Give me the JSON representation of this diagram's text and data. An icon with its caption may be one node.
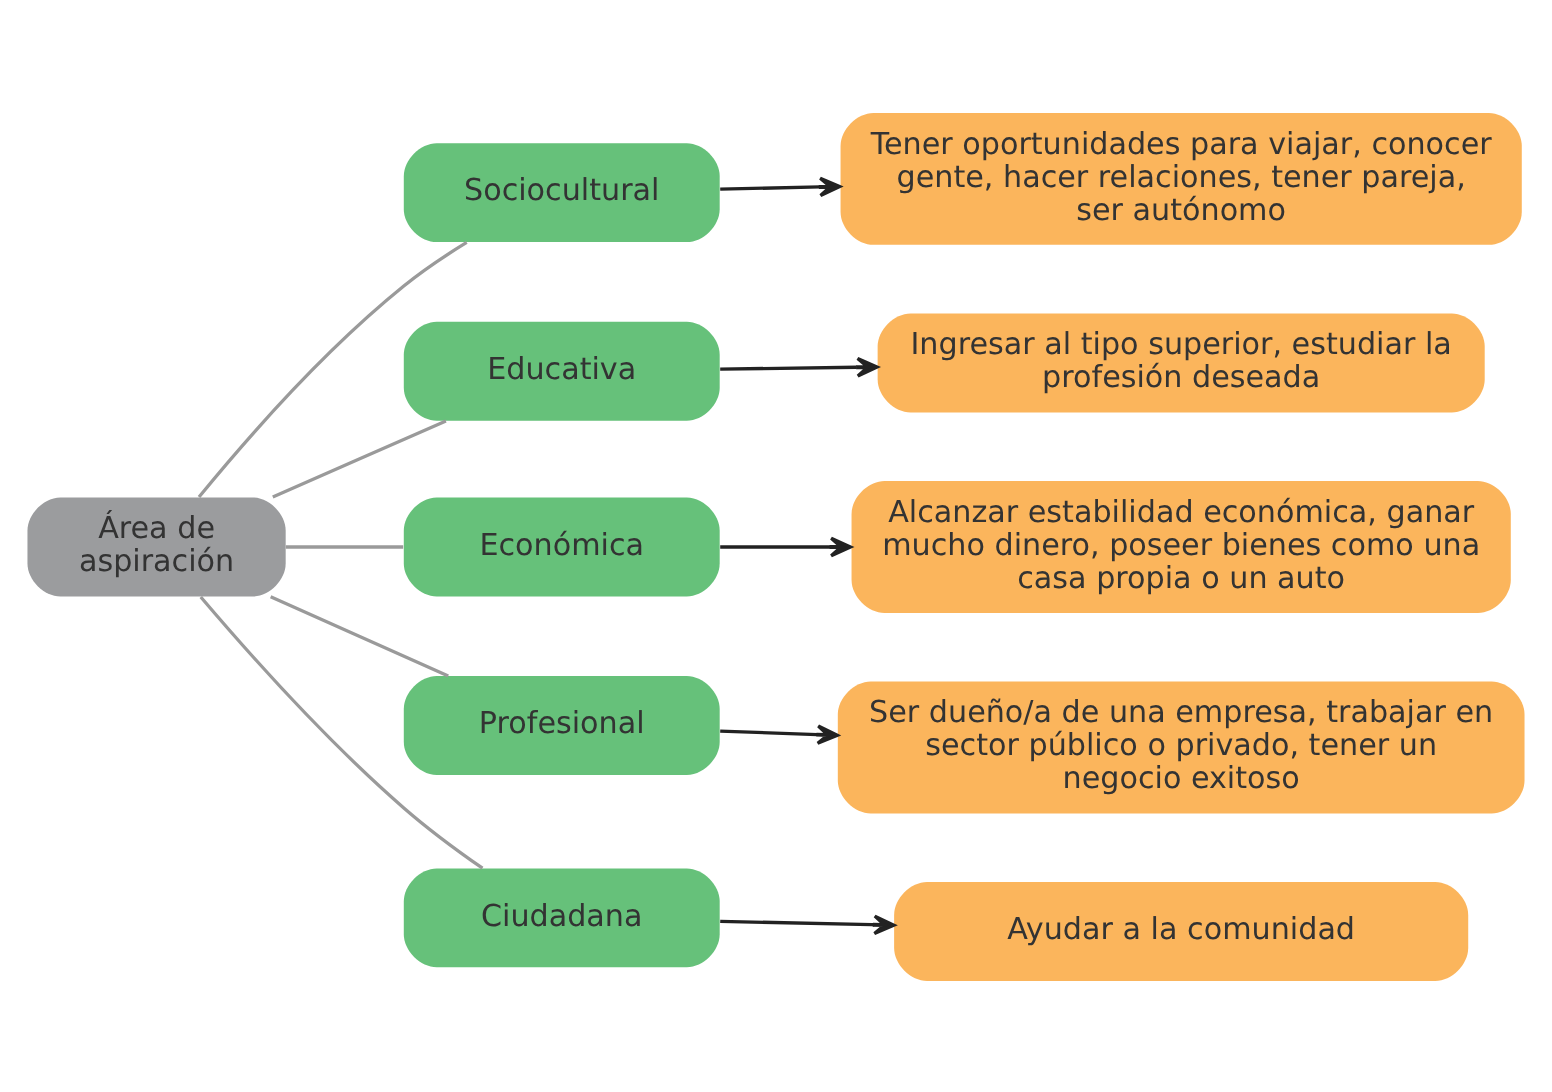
{
  "diagram": {
    "nodes": [
      {
        "text": [
          "Área de aspiración"
        ]
      },
      {
        "text": [
          "Sociocultural"
        ]
      },
      {
        "text": [
          "Educativa"
        ]
      },
      {
        "text": [
          "Económica"
        ]
      },
      {
        "text": [
          "Profesional"
        ]
      },
      {
        "text": [
          "Ciudadana"
        ]
      },
      {
        "text": [
          "Tener oportunidades para viajar, conocer gente, hacer relaciones, tener pareja, ser autónomo"
        ]
      },
      {
        "text": [
          "Ingresar al tipo superior, estudiar la profesión deseada"
        ]
      },
      {
        "text": [
          "Alcanzar estabilidad económica, ganar mucho dinero, poseer bienes como una casa propia o un auto"
        ]
      },
      {
        "text": [
          "Ser dueño/a de una empresa, trabajar en sector público o privado, tener un negocio exitoso"
        ]
      },
      {
        "text": [
          "Ayudar a la comunidad"
        ]
      }
    ],
    "edges": [
      {
        "from": 0,
        "to": 1,
        "arrow": "none",
        "color": "#9a9a9a"
      },
      {
        "from": 0,
        "to": 2,
        "arrow": "none",
        "color": "#9a9a9a"
      },
      {
        "from": 0,
        "to": 3,
        "arrow": "none",
        "color": "#9a9a9a"
      },
      {
        "from": 0,
        "to": 4,
        "arrow": "none",
        "color": "#9a9a9a"
      },
      {
        "from": 0,
        "to": 5,
        "arrow": "none",
        "color": "#9a9a9a"
      },
      {
        "from": 1,
        "to": 6,
        "arrow": "to",
        "color": "#222222"
      },
      {
        "from": 2,
        "to": 7,
        "arrow": "to",
        "color": "#222222"
      },
      {
        "from": 3,
        "to": 8,
        "arrow": "to",
        "color": "#222222"
      },
      {
        "from": 4,
        "to": 9,
        "arrow": "to",
        "color": "#222222"
      },
      {
        "from": 5,
        "to": 10,
        "arrow": "to",
        "color": "#222222"
      }
    ]
  }
}
